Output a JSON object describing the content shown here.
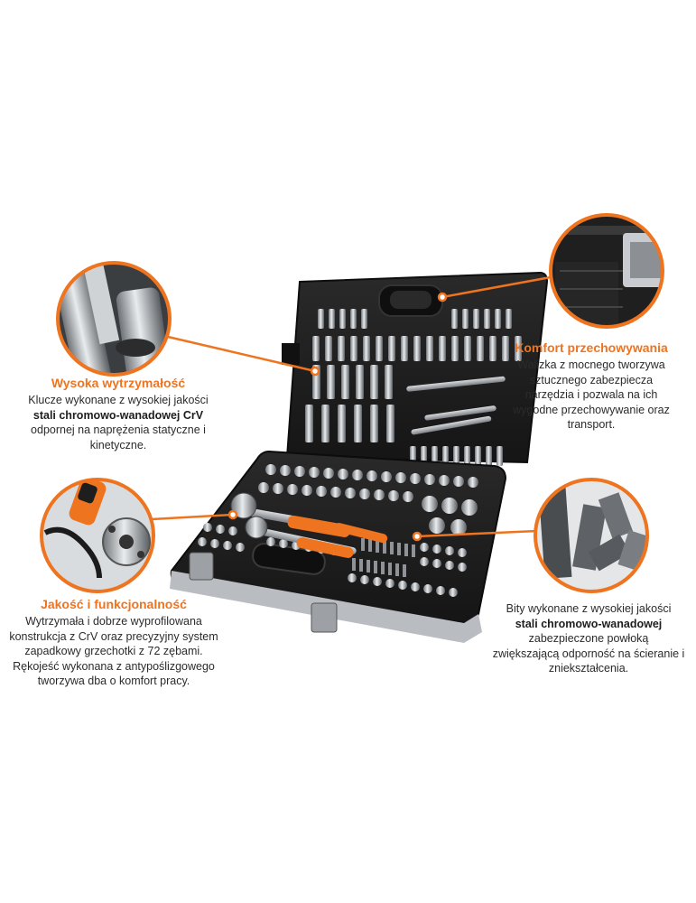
{
  "colors": {
    "accent": "#ee7420",
    "case": "#1b1b1b",
    "metal": "#b8bcc0",
    "text": "#2b2b2b"
  },
  "features": {
    "strength": {
      "title": "Wysoka wytrzymałość",
      "line1": "Klucze wykonane z wysokiej jakości",
      "bold": "stali chromowo-wanadowej CrV",
      "line2": "odpornej na naprężenia statyczne i",
      "line3": "kinetyczne."
    },
    "storage": {
      "title": "Komfort przechowywania",
      "line1": "Walizka z mocnego tworzywa",
      "line2": "sztucznego zabezpiecza",
      "line3": "narzędzia i pozwala na ich",
      "line4": "wygodne przechowywanie oraz",
      "line5": "transport."
    },
    "quality": {
      "title": "Jakość i funkcjonalność",
      "line1": "Wytrzymała i dobrze wyprofilowana",
      "line2": "konstrukcja z CrV oraz precyzyjny system",
      "line3": "zapadkowy grzechotki z 72 zębami.",
      "line4": "Rękojeść wykonana z antypoślizgowego",
      "line5": "tworzywa dba o komfort pracy."
    },
    "bits": {
      "line1": "Bity wykonane z wysokiej jakości",
      "bold": "stali chromowo-wanadowej",
      "line2": "zabezpieczone powłoką",
      "line3": "zwiększającą odporność na ścieranie i",
      "line4": "zniekształcenia."
    }
  },
  "icons": [
    "toolbox-image",
    "socket-closeup",
    "case-latch-closeup",
    "ratchet-closeup",
    "bits-closeup",
    "callout-dot",
    "callout-line"
  ]
}
